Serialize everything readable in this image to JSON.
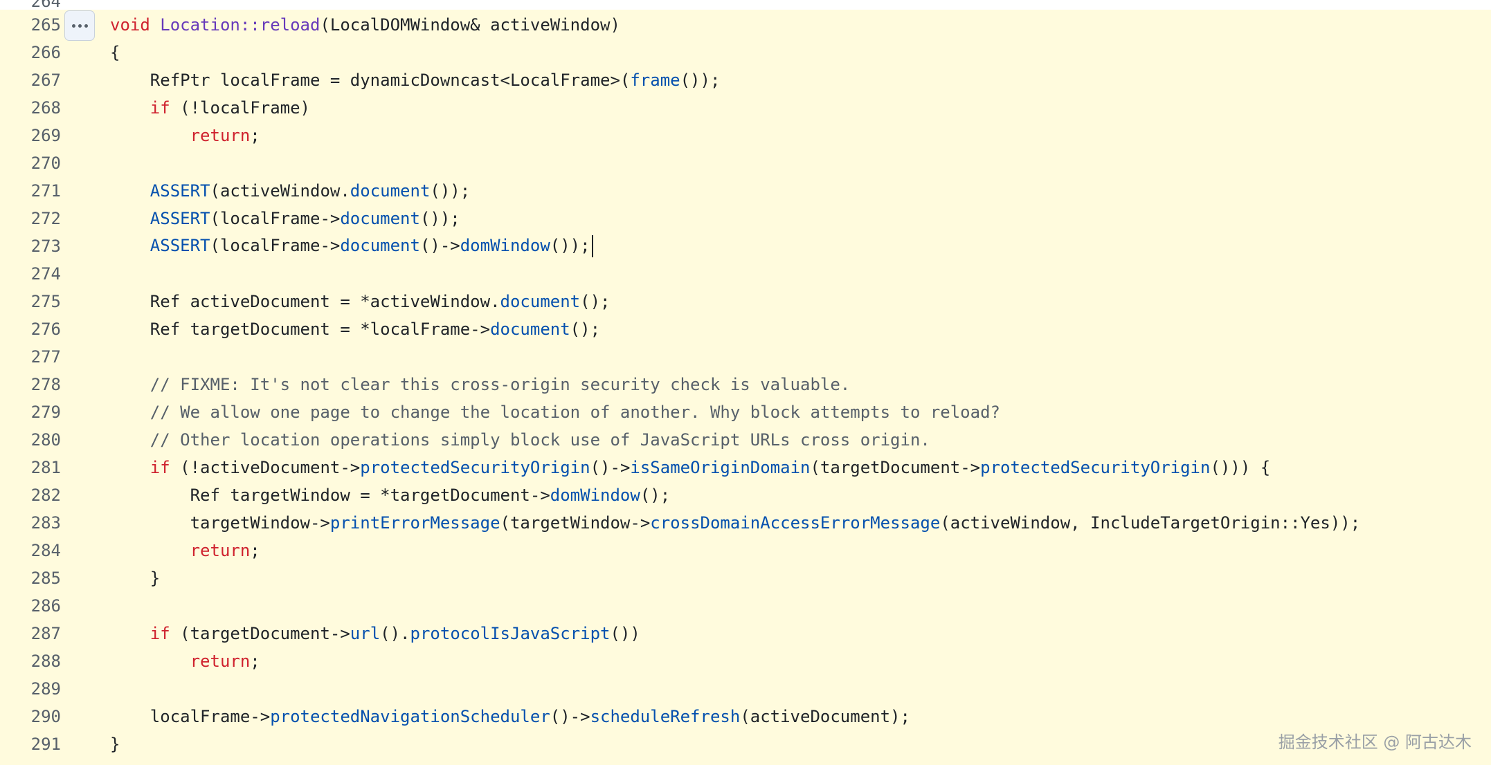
{
  "viewer": {
    "partial_top_line_number": "264",
    "expand_button_label": "Expand",
    "watermark": "掘金技术社区 @ 阿古达木"
  },
  "lines": [
    {
      "n": "265",
      "tokens": [
        {
          "t": "void ",
          "c": "kw"
        },
        {
          "t": "Location::reload",
          "c": "tp"
        },
        {
          "t": "(LocalDOMWindow& activeWindow)",
          "c": "plain"
        }
      ]
    },
    {
      "n": "266",
      "tokens": [
        {
          "t": "{",
          "c": "plain"
        }
      ]
    },
    {
      "n": "267",
      "tokens": [
        {
          "t": "    RefPtr localFrame = dynamicDowncast<LocalFrame>(",
          "c": "plain"
        },
        {
          "t": "frame",
          "c": "fn"
        },
        {
          "t": "());",
          "c": "plain"
        }
      ]
    },
    {
      "n": "268",
      "tokens": [
        {
          "t": "    ",
          "c": "plain"
        },
        {
          "t": "if",
          "c": "kw"
        },
        {
          "t": " (!localFrame)",
          "c": "plain"
        }
      ]
    },
    {
      "n": "269",
      "tokens": [
        {
          "t": "        ",
          "c": "plain"
        },
        {
          "t": "return",
          "c": "kw"
        },
        {
          "t": ";",
          "c": "plain"
        }
      ]
    },
    {
      "n": "270",
      "tokens": []
    },
    {
      "n": "271",
      "tokens": [
        {
          "t": "    ",
          "c": "plain"
        },
        {
          "t": "ASSERT",
          "c": "fn"
        },
        {
          "t": "(activeWindow.",
          "c": "plain"
        },
        {
          "t": "document",
          "c": "fn"
        },
        {
          "t": "());",
          "c": "plain"
        }
      ]
    },
    {
      "n": "272",
      "tokens": [
        {
          "t": "    ",
          "c": "plain"
        },
        {
          "t": "ASSERT",
          "c": "fn"
        },
        {
          "t": "(localFrame->",
          "c": "plain"
        },
        {
          "t": "document",
          "c": "fn"
        },
        {
          "t": "());",
          "c": "plain"
        }
      ]
    },
    {
      "n": "273",
      "tokens": [
        {
          "t": "    ",
          "c": "plain"
        },
        {
          "t": "ASSERT",
          "c": "fn"
        },
        {
          "t": "(localFrame->",
          "c": "plain"
        },
        {
          "t": "document",
          "c": "fn"
        },
        {
          "t": "()->",
          "c": "plain"
        },
        {
          "t": "domWindow",
          "c": "fn"
        },
        {
          "t": "());",
          "c": "plain"
        }
      ],
      "caret": true
    },
    {
      "n": "274",
      "tokens": []
    },
    {
      "n": "275",
      "tokens": [
        {
          "t": "    Ref activeDocument = *activeWindow.",
          "c": "plain"
        },
        {
          "t": "document",
          "c": "fn"
        },
        {
          "t": "();",
          "c": "plain"
        }
      ]
    },
    {
      "n": "276",
      "tokens": [
        {
          "t": "    Ref targetDocument = *localFrame->",
          "c": "plain"
        },
        {
          "t": "document",
          "c": "fn"
        },
        {
          "t": "();",
          "c": "plain"
        }
      ]
    },
    {
      "n": "277",
      "tokens": []
    },
    {
      "n": "278",
      "tokens": [
        {
          "t": "    ",
          "c": "plain"
        },
        {
          "t": "// FIXME: It's not clear this cross-origin security check is valuable.",
          "c": "cm"
        }
      ]
    },
    {
      "n": "279",
      "tokens": [
        {
          "t": "    ",
          "c": "plain"
        },
        {
          "t": "// We allow one page to change the location of another. Why block attempts to reload?",
          "c": "cm"
        }
      ]
    },
    {
      "n": "280",
      "tokens": [
        {
          "t": "    ",
          "c": "plain"
        },
        {
          "t": "// Other location operations simply block use of JavaScript URLs cross origin.",
          "c": "cm"
        }
      ]
    },
    {
      "n": "281",
      "tokens": [
        {
          "t": "    ",
          "c": "plain"
        },
        {
          "t": "if",
          "c": "kw"
        },
        {
          "t": " (!activeDocument->",
          "c": "plain"
        },
        {
          "t": "protectedSecurityOrigin",
          "c": "fn"
        },
        {
          "t": "()->",
          "c": "plain"
        },
        {
          "t": "isSameOriginDomain",
          "c": "fn"
        },
        {
          "t": "(targetDocument->",
          "c": "plain"
        },
        {
          "t": "protectedSecurityOrigin",
          "c": "fn"
        },
        {
          "t": "())) {",
          "c": "plain"
        }
      ]
    },
    {
      "n": "282",
      "tokens": [
        {
          "t": "        Ref targetWindow = *targetDocument->",
          "c": "plain"
        },
        {
          "t": "domWindow",
          "c": "fn"
        },
        {
          "t": "();",
          "c": "plain"
        }
      ]
    },
    {
      "n": "283",
      "tokens": [
        {
          "t": "        targetWindow->",
          "c": "plain"
        },
        {
          "t": "printErrorMessage",
          "c": "fn"
        },
        {
          "t": "(targetWindow->",
          "c": "plain"
        },
        {
          "t": "crossDomainAccessErrorMessage",
          "c": "fn"
        },
        {
          "t": "(activeWindow, IncludeTargetOrigin::Yes));",
          "c": "plain"
        }
      ]
    },
    {
      "n": "284",
      "tokens": [
        {
          "t": "        ",
          "c": "plain"
        },
        {
          "t": "return",
          "c": "kw"
        },
        {
          "t": ";",
          "c": "plain"
        }
      ]
    },
    {
      "n": "285",
      "tokens": [
        {
          "t": "    }",
          "c": "plain"
        }
      ]
    },
    {
      "n": "286",
      "tokens": []
    },
    {
      "n": "287",
      "tokens": [
        {
          "t": "    ",
          "c": "plain"
        },
        {
          "t": "if",
          "c": "kw"
        },
        {
          "t": " (targetDocument->",
          "c": "plain"
        },
        {
          "t": "url",
          "c": "fn"
        },
        {
          "t": "().",
          "c": "plain"
        },
        {
          "t": "protocolIsJavaScript",
          "c": "fn"
        },
        {
          "t": "())",
          "c": "plain"
        }
      ]
    },
    {
      "n": "288",
      "tokens": [
        {
          "t": "        ",
          "c": "plain"
        },
        {
          "t": "return",
          "c": "kw"
        },
        {
          "t": ";",
          "c": "plain"
        }
      ]
    },
    {
      "n": "289",
      "tokens": []
    },
    {
      "n": "290",
      "tokens": [
        {
          "t": "    localFrame->",
          "c": "plain"
        },
        {
          "t": "protectedNavigationScheduler",
          "c": "fn"
        },
        {
          "t": "()->",
          "c": "plain"
        },
        {
          "t": "scheduleRefresh",
          "c": "fn"
        },
        {
          "t": "(activeDocument);",
          "c": "plain"
        }
      ]
    },
    {
      "n": "291",
      "tokens": [
        {
          "t": "}",
          "c": "plain"
        }
      ]
    }
  ]
}
